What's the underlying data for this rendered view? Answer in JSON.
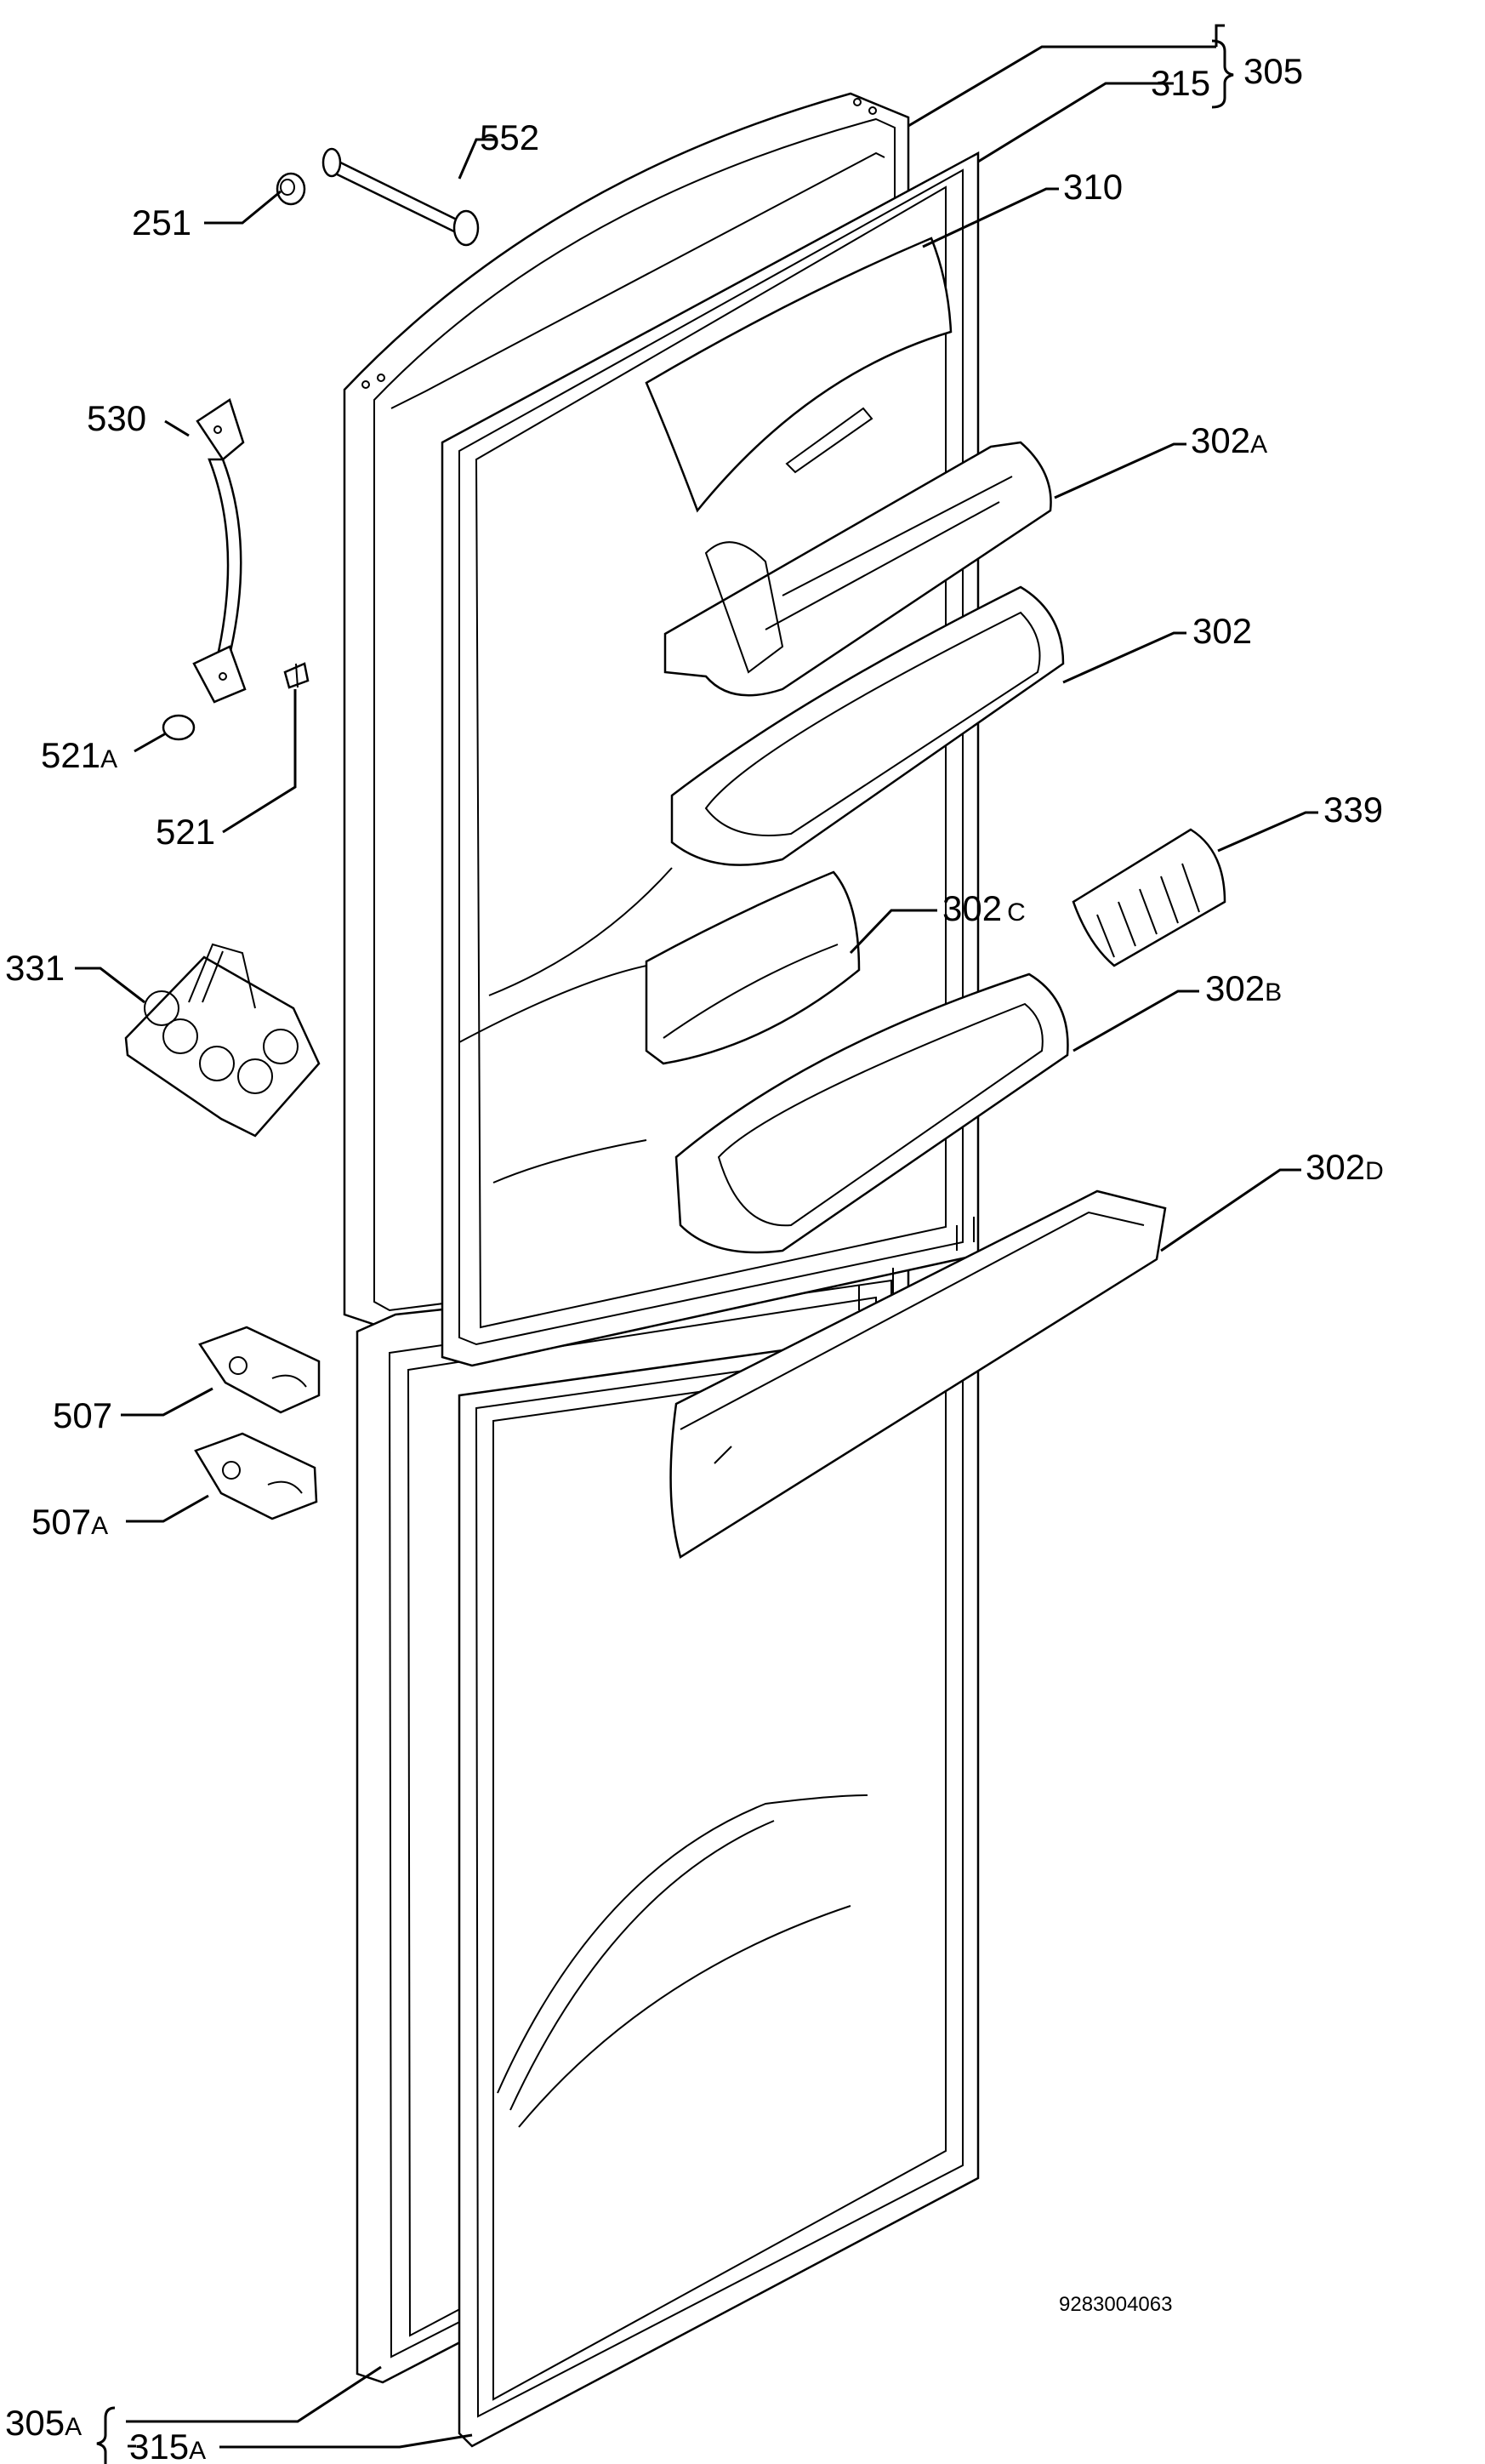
{
  "labels": {
    "l305": "305",
    "l315": "315",
    "l310": "310",
    "l552": "552",
    "l251": "251",
    "l530": "530",
    "l302A_num": "302",
    "l302A_suf": "A",
    "l302": "302",
    "l521A_num": "521",
    "l521A_suf": "A",
    "l521": "521",
    "l339": "339",
    "l331": "331",
    "l302C_num": "302",
    "l302C_suf": "C",
    "l302B_num": "302",
    "l302B_suf": "B",
    "l302D_num": "302",
    "l302D_suf": "D",
    "l507": "507",
    "l507A_num": "507",
    "l507A_suf": "A",
    "l305A_num": "305",
    "l305A_suf": "A",
    "l315A_num": "315",
    "l315A_suf": "A"
  },
  "drawing_code": "9283004063",
  "colors": {
    "line": "#000000",
    "background": "#ffffff"
  }
}
